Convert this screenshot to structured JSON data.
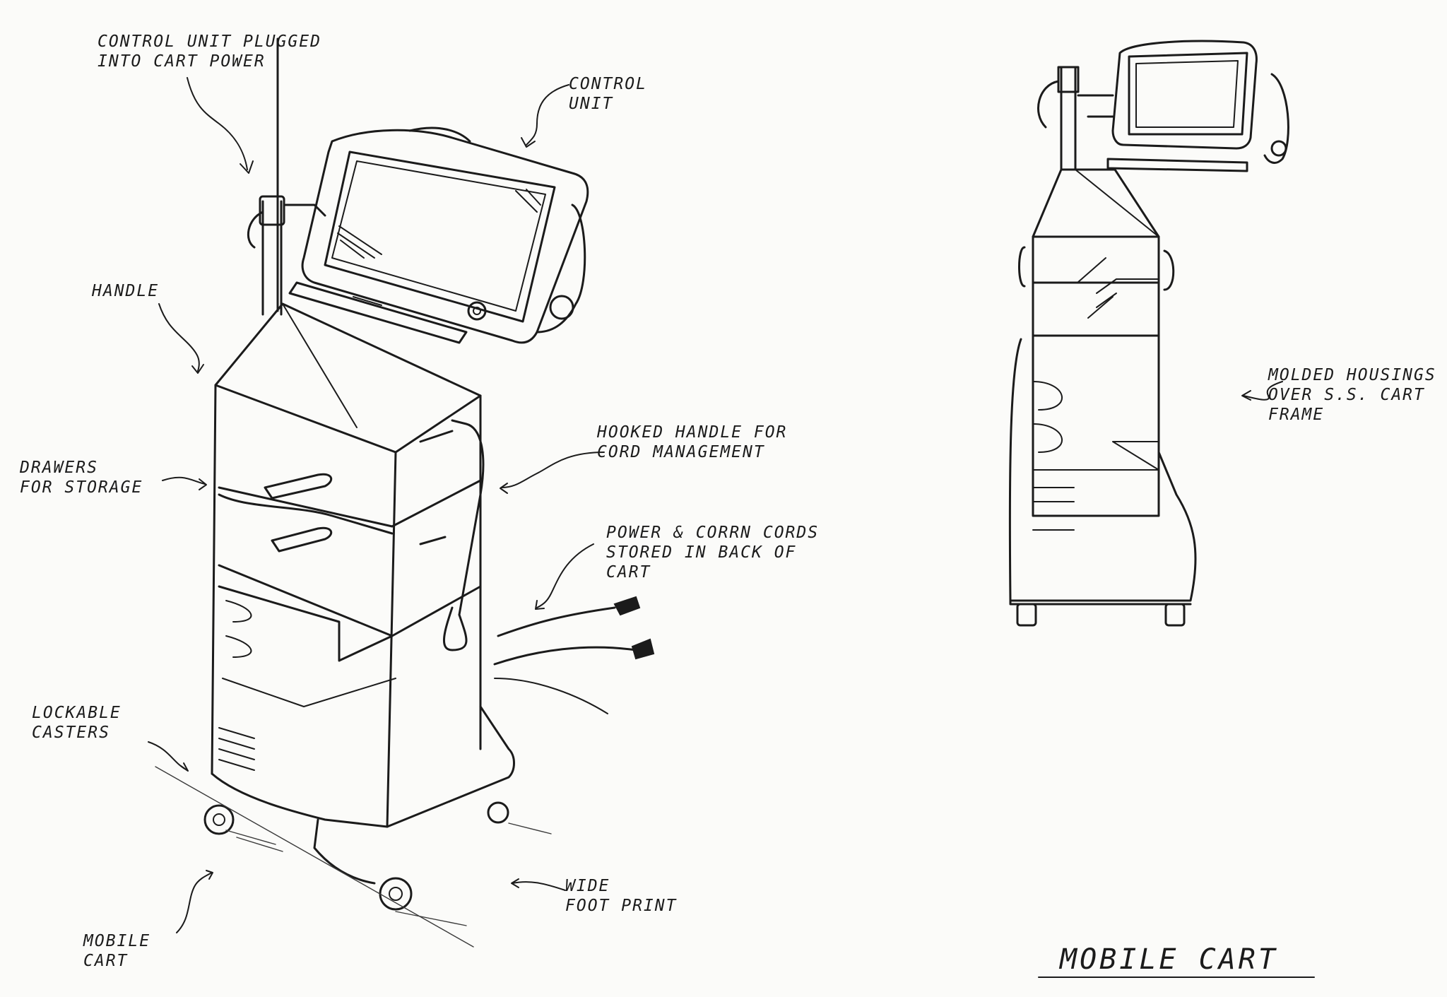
{
  "annotations": {
    "control_unit_plugged": "CONTROL UNIT PLUGGED\nINTO CART POWER",
    "control_unit": "CONTROL\nUNIT",
    "handle": "HANDLE",
    "drawers": "DRAWERS\nFOR STORAGE",
    "hooked_handle": "HOOKED HANDLE FOR\nCORD MANAGEMENT",
    "power_cords": "POWER & CORRN CORDS\nSTORED IN BACK OF\nCART",
    "lockable_casters": "LOCKABLE\nCASTERS",
    "mobile_cart": "MOBILE\nCART",
    "wide_footprint": "WIDE\nFOOT PRINT",
    "molded_housings": "MOLDED HOUSINGS\nOVER S.S. CART\nFRAME"
  },
  "title": "MOBILE CART",
  "colors": {
    "ink": "#1b1b1b",
    "paper": "#fbfbf9"
  }
}
